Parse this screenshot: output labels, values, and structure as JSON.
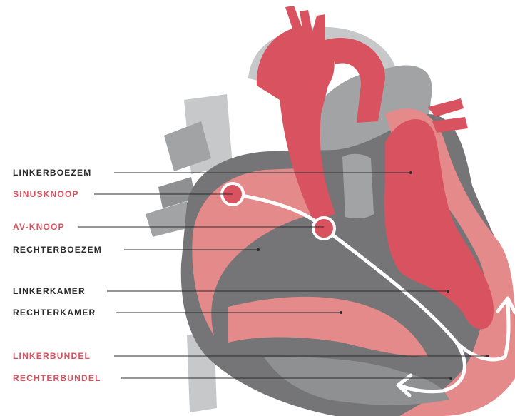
{
  "colors": {
    "red": "#d9525f",
    "light_red": "#e58a8a",
    "dark_grey": "#757577",
    "mid_grey": "#a2a3a5",
    "light_grey": "#c7c8ca",
    "label_black": "#2b2b2b",
    "label_red": "#d9505f",
    "node_white": "#ffffff"
  },
  "labels": [
    {
      "id": "linkerboezem",
      "text": "LINKERBOEZEM",
      "color": "black"
    },
    {
      "id": "sinusknoop",
      "text": "SINUSKNOOP",
      "color": "red"
    },
    {
      "id": "av-knoop",
      "text": "AV-KNOOP",
      "color": "red"
    },
    {
      "id": "rechterboezem",
      "text": "RECHTERBOEZEM",
      "color": "black"
    },
    {
      "id": "linkerkamer",
      "text": "LINKERKAMER",
      "color": "black"
    },
    {
      "id": "rechterkamer",
      "text": "RECHTERKAMER",
      "color": "black"
    },
    {
      "id": "linkerbundel",
      "text": "LINKERBUNDEL",
      "color": "red"
    },
    {
      "id": "rechterbundel",
      "text": "RECHTERBUNDEL",
      "color": "red"
    }
  ]
}
